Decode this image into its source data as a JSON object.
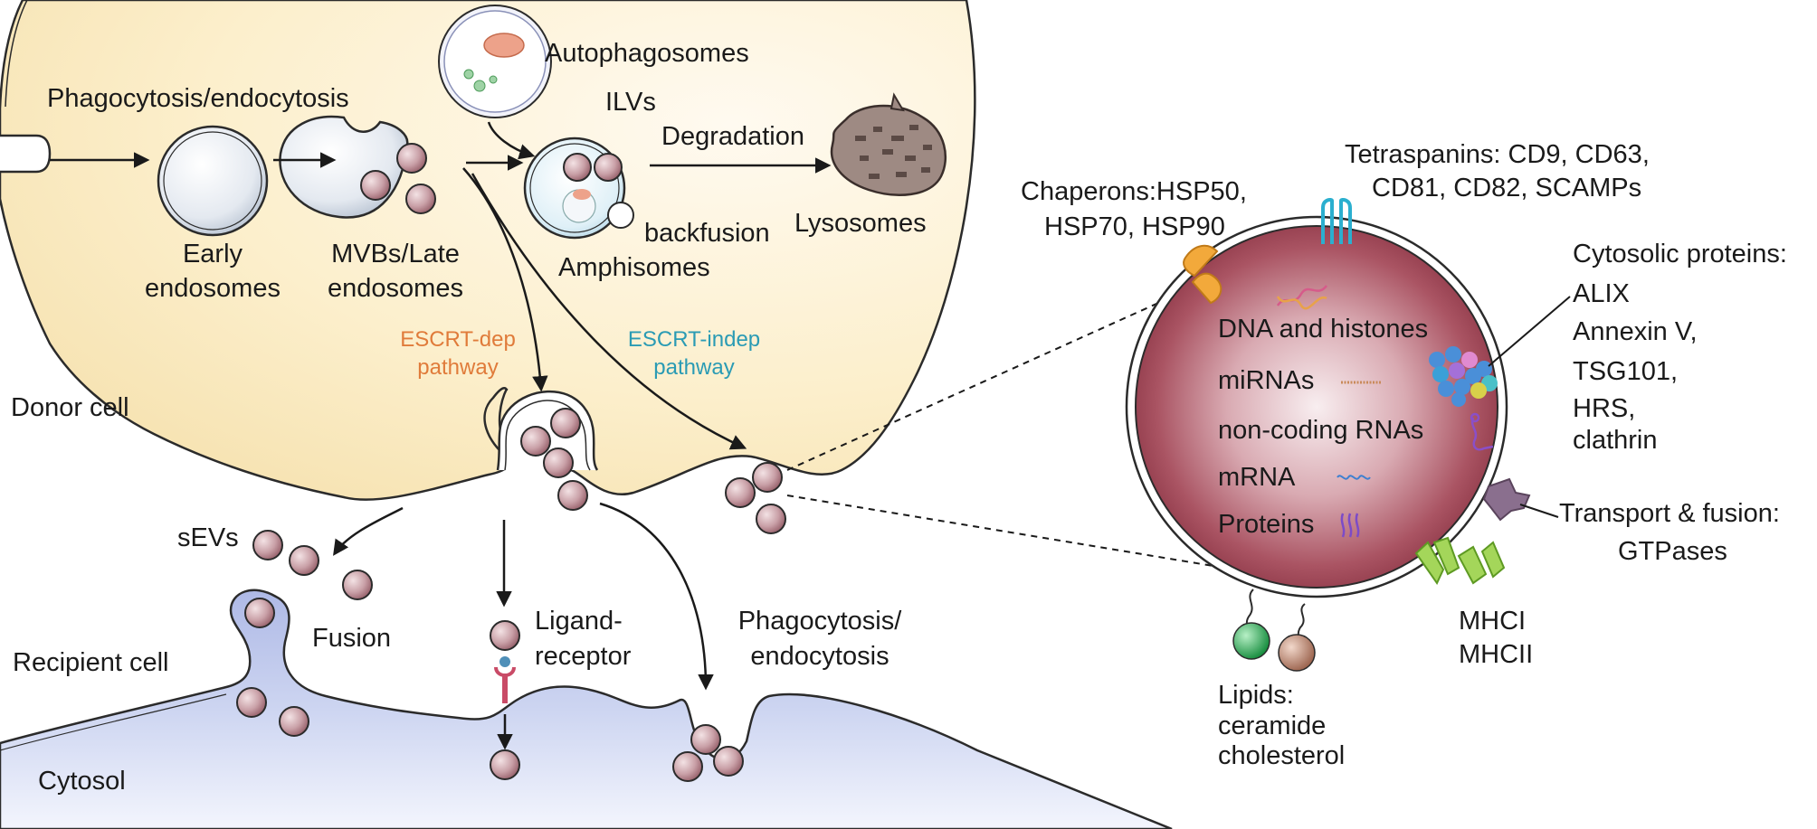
{
  "left": {
    "phagocytosis_top": "Phagocytosis/endocytosis",
    "early_1": "Early",
    "early_2": "endosomes",
    "mvb_1": "MVBs/Late",
    "mvb_2": "endosomes",
    "autophagosomes": "Autophagosomes",
    "ilvs": "ILVs",
    "degradation": "Degradation",
    "backfusion": "backfusion",
    "lysosomes": "Lysosomes",
    "amphisomes": "Amphisomes",
    "escrt_dep_1": "ESCRT-dep",
    "escrt_dep_2": "pathway",
    "escrt_indep_1": "ESCRT-indep",
    "escrt_indep_2": "pathway",
    "donor_cell": "Donor cell",
    "sevs": "sEVs",
    "fusion": "Fusion",
    "recipient_cell": "Recipient cell",
    "ligand_1": "Ligand-",
    "ligand_2": "receptor",
    "phago_bottom_1": "Phagocytosis/",
    "phago_bottom_2": "endocytosis",
    "cytosol": "Cytosol"
  },
  "right": {
    "tetraspanins_1": "Tetraspanins: CD9, CD63,",
    "tetraspanins_2": "CD81, CD82, SCAMPs",
    "chaperons_1": "Chaperons:HSP50,",
    "chaperons_2": "HSP70, HSP90",
    "cytosolic_1": "Cytosolic proteins:",
    "cytosolic_2": "ALIX",
    "cytosolic_3": "Annexin V,",
    "cytosolic_4": "TSG101,",
    "cytosolic_5": "HRS,",
    "cytosolic_6": "clathrin",
    "dna": "DNA and histones",
    "mirnas": "miRNAs",
    "ncrnas": "non-coding RNAs",
    "mrna": "mRNA",
    "proteins": "Proteins",
    "transport_1": "Transport & fusion:",
    "transport_2": "GTPases",
    "mhc_1": "MHCI",
    "mhc_2": "MHCII",
    "lipids_1": "Lipids:",
    "lipids_2": "ceramide",
    "lipids_3": "cholesterol"
  },
  "colors": {
    "donor_cell_fill": "#fcf0cf",
    "recipient_fill": "#c9d3ef",
    "vesicle_fill": "#c89ba2",
    "ev_big": "#a64e5d",
    "escrt_dep": "#e07b3a",
    "escrt_indep": "#2a9bb4",
    "lipid_green": "#1f9b47",
    "lipid_brown": "#b07a62"
  }
}
